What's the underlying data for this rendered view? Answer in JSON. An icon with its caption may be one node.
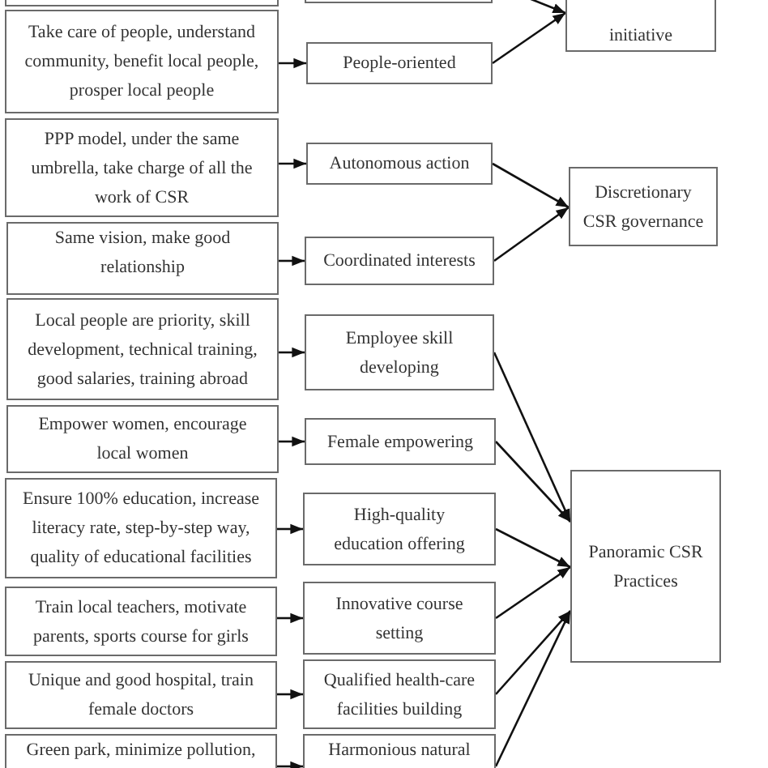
{
  "diagram": {
    "nodes": [
      {
        "text": [],
        "shape": "box"
      },
      {
        "text": [],
        "shape": "box"
      },
      {
        "text": [
          "initiative"
        ]
      },
      {
        "text": [
          "Take care of people, understand community, benefit local people, prosper local people"
        ]
      },
      {
        "text": [
          "People-oriented"
        ]
      },
      {
        "text": [
          "PPP model, under the same umbrella, take charge of all the work of CSR"
        ]
      },
      {
        "text": [
          "Autonomous action"
        ]
      },
      {
        "text": [
          "Discretionary CSR governance"
        ]
      },
      {
        "text": [
          "Same vision, make good relationship"
        ]
      },
      {
        "text": [
          "Coordinated interests"
        ]
      },
      {
        "text": [
          "Local people are priority, skill development, technical training, good salaries, training abroad"
        ]
      },
      {
        "text": [
          "Employee skill developing"
        ]
      },
      {
        "text": [
          "Empower women, encourage local women"
        ]
      },
      {
        "text": [
          "Female empowering"
        ]
      },
      {
        "text": [
          "Ensure 100% education, increase literacy rate, step-by-step way, quality of educational facilities"
        ]
      },
      {
        "text": [
          "High-quality education offering"
        ]
      },
      {
        "text": [
          "Panoramic CSR Practices"
        ]
      },
      {
        "text": [
          "Train local teachers, motivate parents, sports course for girls"
        ]
      },
      {
        "text": [
          "Innovative course setting"
        ]
      },
      {
        "text": [
          "Unique and good hospital, train female doctors"
        ]
      },
      {
        "text": [
          "Qualified health-care facilities building"
        ]
      },
      {
        "text": [
          "Green park, minimize pollution,"
        ]
      },
      {
        "text": [
          "Harmonious natural"
        ]
      }
    ],
    "edges": [
      {
        "from": 1,
        "to": 2,
        "arrow": "to"
      },
      {
        "from": 3,
        "to": 4,
        "arrow": "to"
      },
      {
        "from": 4,
        "to": 2,
        "arrow": "to"
      },
      {
        "from": 5,
        "to": 6,
        "arrow": "to"
      },
      {
        "from": 6,
        "to": 7,
        "arrow": "to"
      },
      {
        "from": 8,
        "to": 9,
        "arrow": "to"
      },
      {
        "from": 9,
        "to": 7,
        "arrow": "to"
      },
      {
        "from": 10,
        "to": 11,
        "arrow": "to"
      },
      {
        "from": 11,
        "to": 16,
        "arrow": "to"
      },
      {
        "from": 12,
        "to": 13,
        "arrow": "to"
      },
      {
        "from": 13,
        "to": 16,
        "arrow": "to"
      },
      {
        "from": 14,
        "to": 15,
        "arrow": "to"
      },
      {
        "from": 15,
        "to": 16,
        "arrow": "to"
      },
      {
        "from": 17,
        "to": 18,
        "arrow": "to"
      },
      {
        "from": 18,
        "to": 16,
        "arrow": "to"
      },
      {
        "from": 19,
        "to": 20,
        "arrow": "to"
      },
      {
        "from": 20,
        "to": 16,
        "arrow": "to"
      },
      {
        "from": 21,
        "to": 22,
        "arrow": "to"
      },
      {
        "from": 22,
        "to": 16,
        "arrow": "to"
      }
    ]
  }
}
